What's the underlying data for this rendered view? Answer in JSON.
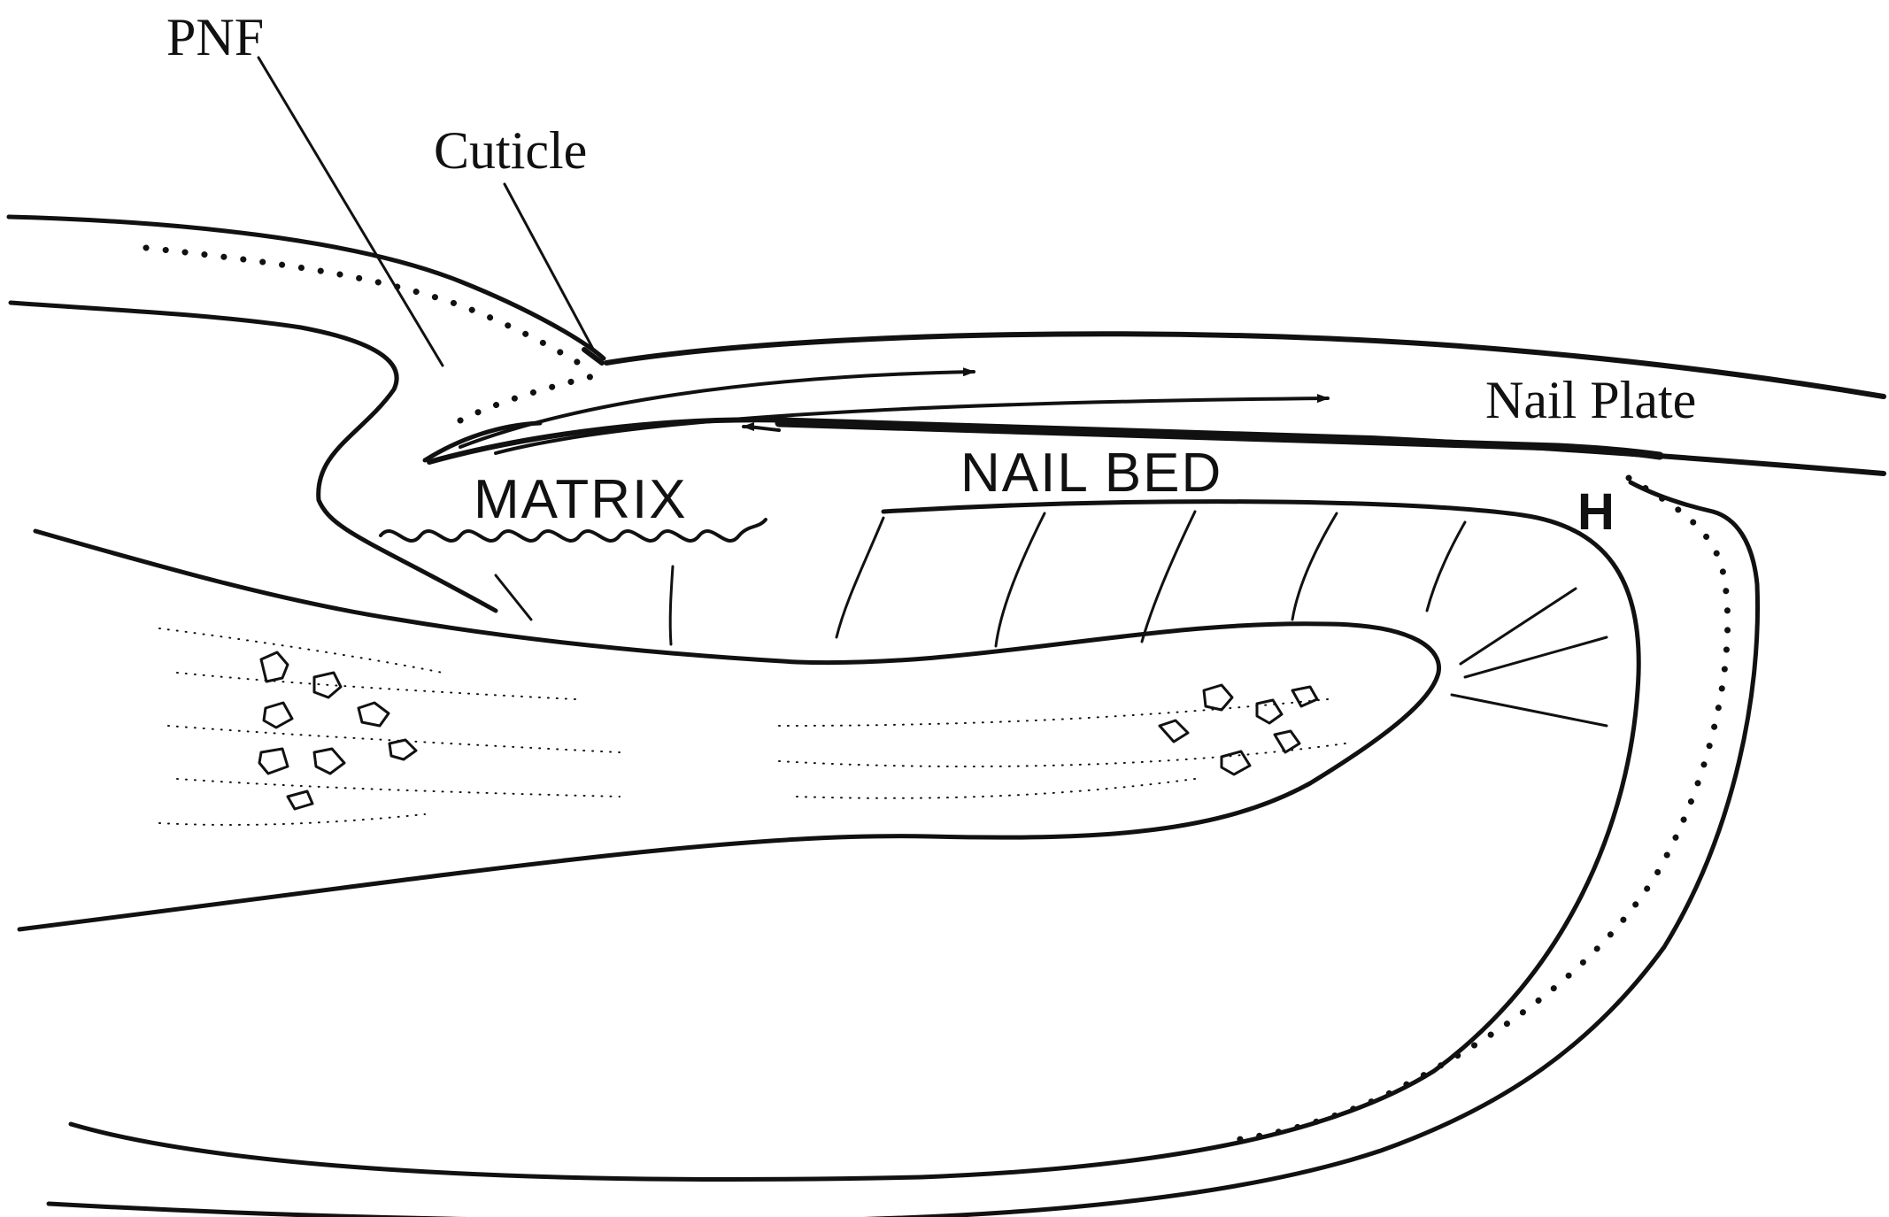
{
  "labels": {
    "pnf": "PNF",
    "cuticle": "Cuticle",
    "matrix": "MATRIX",
    "nail_bed": "NAIL BED",
    "nail_plate": "Nail Plate",
    "hyponychium": "H"
  },
  "colors": {
    "ink": "#111111",
    "background": "#ffffff"
  }
}
